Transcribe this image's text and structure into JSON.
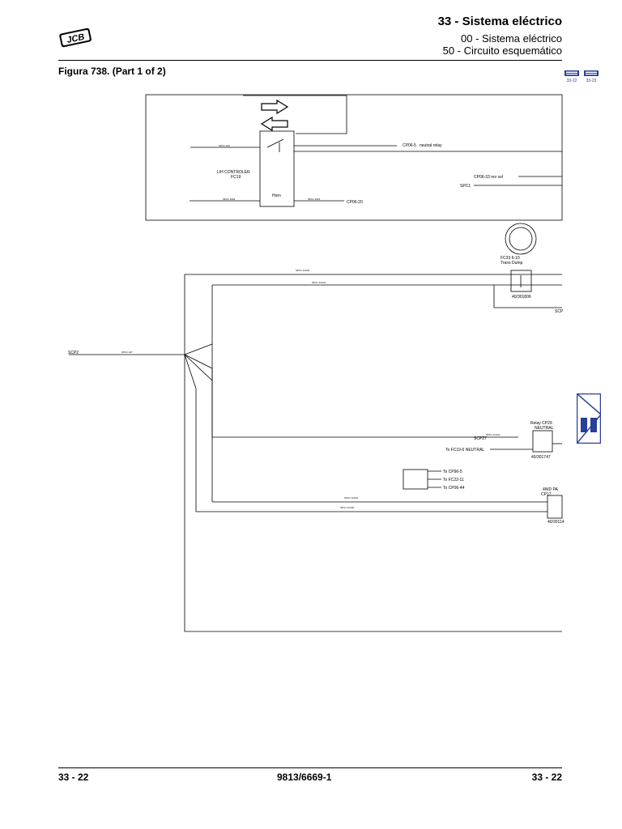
{
  "header": {
    "title": "33 - Sistema eléctrico",
    "subtitle1": "00 - Sistema eléctrico",
    "subtitle2": "50 - Circuito esquemático",
    "logo_text": "JCB"
  },
  "figure": {
    "caption": "Figura 738. (Part 1 of 2)"
  },
  "nav": {
    "prev_page": "33-22",
    "next_page": "33-23",
    "icon": "book-icon"
  },
  "schematic": {
    "lm_controller": {
      "name": "L/H CONTROLER",
      "ref": "FC19"
    },
    "horn": "Horn",
    "ep_pin": "CP06-20",
    "neutral_relay": "neutral relay",
    "cp_neutral": "CP06-5",
    "rev_sol": "CP06-33 rev sol",
    "spc1": "SPC1",
    "fc33": {
      "label": "FC33 6-10",
      "name": "Trans Dump"
    },
    "scp2": "SCP2",
    "relay_cp29": {
      "label": "Relay CP29",
      "name": "NEUTRAL"
    },
    "scp27": "SCP27",
    "to_fc19": "To FC19-5 NEUTRAL",
    "to_cp96": "To CP96-5",
    "to_fc22": "To FC22-11",
    "to_cp06": "To CP06-44",
    "fourwd": {
      "label": "4WD PA",
      "ref": "CP17"
    },
    "part1": "40/301747",
    "part2": "40/301806",
    "part3": "40/30114",
    "scp_right": "SCP"
  },
  "footer": {
    "left": "33 - 22",
    "center": "9813/6669-1",
    "right": "33 - 22"
  }
}
